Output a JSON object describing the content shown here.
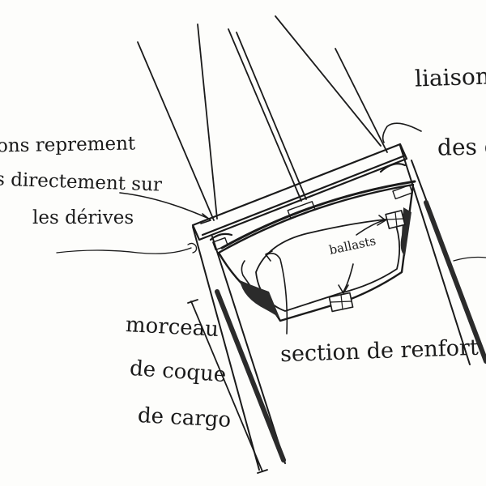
{
  "labels": {
    "liaison_line1": "liaison",
    "liaison_line2": "des d",
    "haubans_line1": "ons reprement",
    "haubans_line2": "s directement sur",
    "haubans_line3": "les dérives",
    "ballast": "ballasts",
    "section": "section de renfort",
    "morceau_line1": "morceau",
    "morceau_line2": "de coque",
    "morceau_line3": "de cargo"
  },
  "colors": {
    "ink": "#1a1a1a",
    "paper": "#fdfdfb",
    "shade": "#2b2b2b"
  }
}
